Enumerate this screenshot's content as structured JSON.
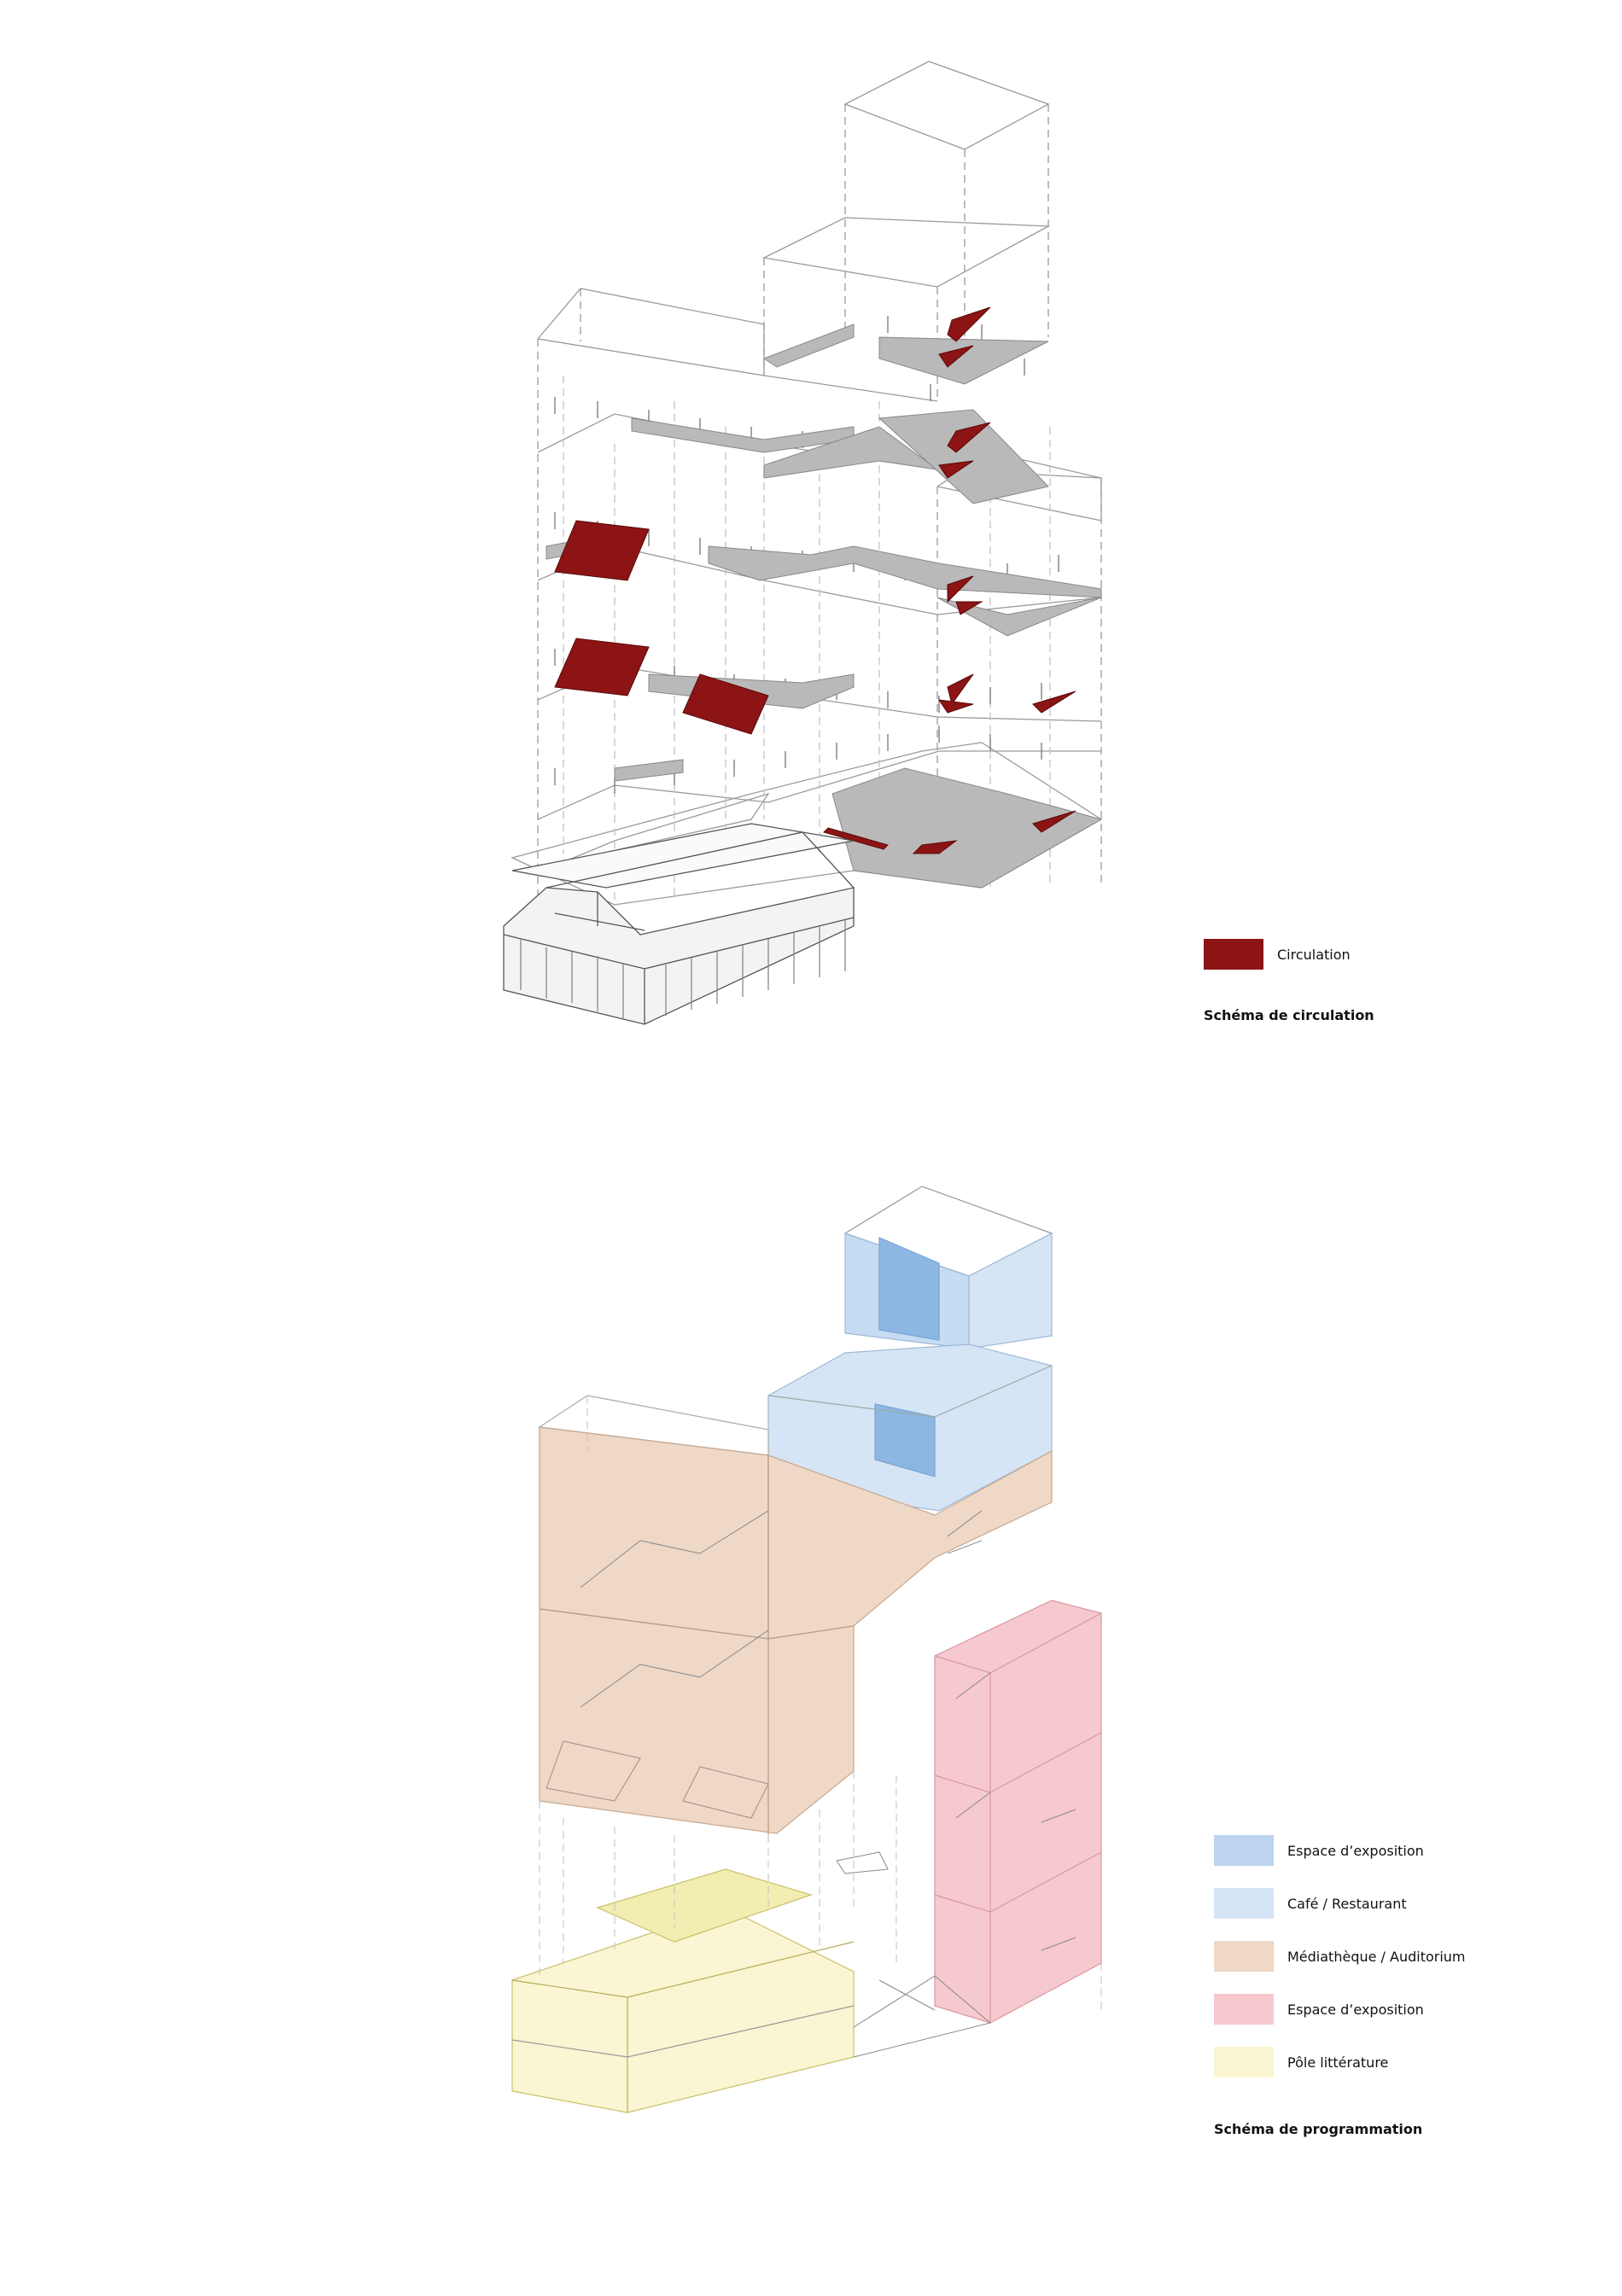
{
  "circulation_legend": {
    "items": [
      {
        "label": "Circulation",
        "color": "#8c1414"
      }
    ],
    "title": "Schéma de circulation"
  },
  "programme_legend": {
    "items": [
      {
        "label": "Espace d’exposition",
        "color": "#bcd4ee"
      },
      {
        "label": "Café / Restaurant",
        "color": "#d6e5f5"
      },
      {
        "label": "Médiathèque / Auditorium",
        "color": "#efd8c6"
      },
      {
        "label": "Espace d’exposition",
        "color": "#f6c9ce"
      },
      {
        "label": "Pôle littérature",
        "color": "#faf5d2"
      }
    ],
    "title": "Schéma de programmation"
  },
  "colors": {
    "line": "#8a8a8a",
    "slab_gray": "#b5b5b5",
    "circulation": "#8c1414"
  }
}
